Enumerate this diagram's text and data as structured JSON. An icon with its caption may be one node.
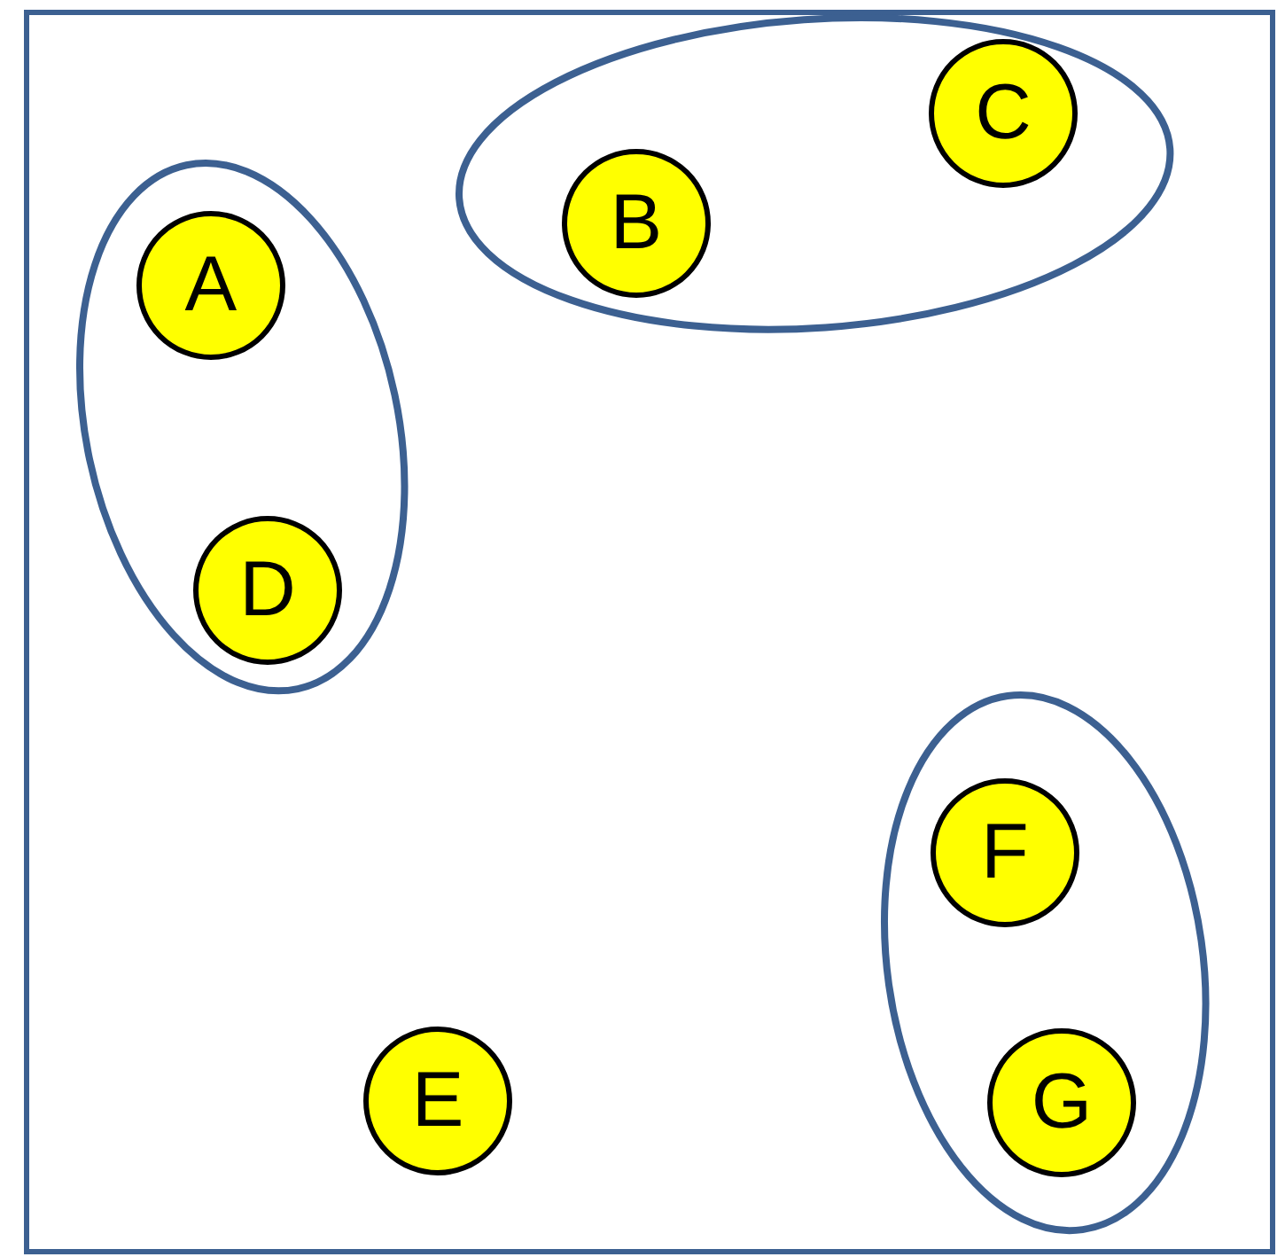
{
  "diagram": {
    "nodes": [
      {
        "text": [],
        "shape": "box"
      },
      {
        "text": [],
        "shape": "ellipse",
        "in": 0
      },
      {
        "text": [
          "A"
        ],
        "in": 1
      },
      {
        "text": [
          "D"
        ],
        "in": 1
      },
      {
        "text": [],
        "shape": "ellipse",
        "in": 0
      },
      {
        "text": [
          "B"
        ],
        "in": 4
      },
      {
        "text": [
          "C"
        ],
        "in": 4
      },
      {
        "text": [],
        "shape": "ellipse",
        "in": 0
      },
      {
        "text": [
          "F"
        ],
        "in": 7
      },
      {
        "text": [
          "G"
        ],
        "in": 7
      },
      {
        "text": [
          "E"
        ],
        "in": 0
      }
    ]
  }
}
